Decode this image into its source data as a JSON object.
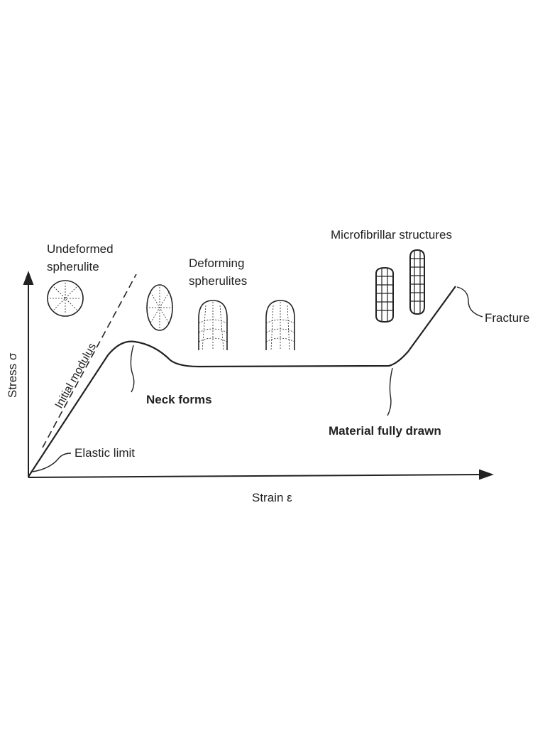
{
  "axes": {
    "y_label": "Stress σ",
    "x_label": "Strain ε"
  },
  "labels": {
    "undeformed_line1": "Undeformed",
    "undeformed_line2": "spherulite",
    "initial_modulus": "Initial modulus",
    "deforming_line1": "Deforming",
    "deforming_line2": "spherulites",
    "microfibrillar": "Microfibrillar structures",
    "fracture": "Fracture",
    "neck_forms": "Neck forms",
    "material_fully_drawn": "Material fully drawn",
    "elastic_limit": "Elastic limit"
  },
  "colors": {
    "ink": "#222222",
    "background": "#ffffff"
  }
}
